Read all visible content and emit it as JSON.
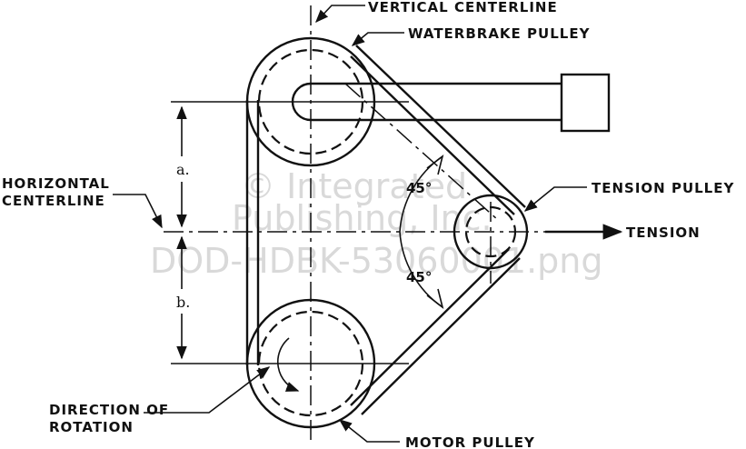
{
  "labels": {
    "vertical_centerline": "VERTICAL CENTERLINE",
    "waterbrake_pulley": "WATERBRAKE PULLEY",
    "horizontal_centerline_line1": "HORIZONTAL",
    "horizontal_centerline_line2": "CENTERLINE",
    "tension_pulley": "TENSION PULLEY",
    "tension": "TENSION",
    "direction_line1": "DIRECTION OF",
    "direction_line2": "ROTATION",
    "motor_pulley": "MOTOR PULLEY"
  },
  "dimensions": {
    "a": "a.",
    "b": "b."
  },
  "angles": {
    "upper": "45°",
    "lower": "45°"
  },
  "watermark": {
    "line1": "© Integrated",
    "line2": "Publishing, Inc.",
    "line3": "DOD-HDBK-53060001.png"
  }
}
